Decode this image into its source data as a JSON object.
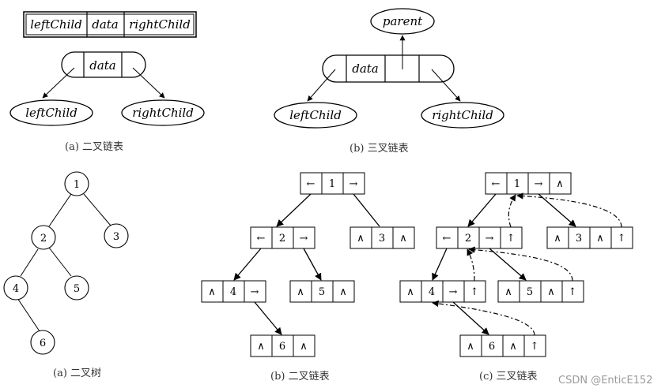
{
  "fields": {
    "left_child": "leftChild",
    "data": "data",
    "right_child": "rightChild",
    "parent": "parent"
  },
  "captions": {
    "a_top": "(a) 二叉链表",
    "b_top": "(b) 三叉链表",
    "a_bottom": "(a) 二叉树",
    "b_bottom": "(b) 二叉链表",
    "c_bottom": "(c) 三叉链表"
  },
  "tree_nodes": [
    "1",
    "2",
    "3",
    "4",
    "5",
    "6"
  ],
  "symbols": {
    "left_arrow": "←",
    "right_arrow": "→",
    "null": "∧",
    "up_arrow": "↑"
  },
  "watermark": "CSDN @EnticE152"
}
